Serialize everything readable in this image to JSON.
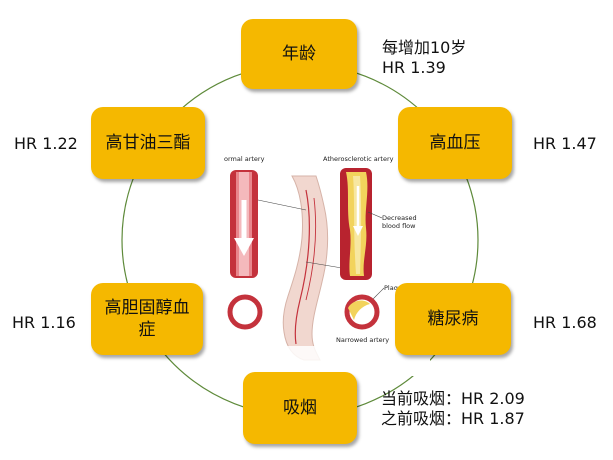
{
  "factors": {
    "age": {
      "label": "年龄",
      "note_line1": "每增加10岁",
      "note_line2": "HR 1.39"
    },
    "hypertension": {
      "label": "高血压",
      "hr": "HR 1.47"
    },
    "diabetes": {
      "label": "糖尿病",
      "hr": "HR 1.68"
    },
    "smoking": {
      "label": "吸烟",
      "hr_line1": "当前吸烟：HR 2.09",
      "hr_line2": "之前吸烟：HR 1.87"
    },
    "cholesterol": {
      "label": "高胆固醇血症",
      "hr": "HR 1.16"
    },
    "triglycerides": {
      "label": "高甘油三酯",
      "hr": "HR 1.22"
    }
  },
  "illustration": {
    "normal_artery": "ormal artery",
    "athero_artery": "Atherosclerotic artery",
    "decreased_line1": "Decreased",
    "decreased_line2": "blood flow",
    "plaque": "Plaque",
    "narrowed": "Narrowed artery"
  },
  "colors": {
    "box_fill": "#f5b800",
    "ring": "#5e8a3a",
    "artery_red": "#b8232f",
    "plaque_yellow": "#f2d35c"
  }
}
